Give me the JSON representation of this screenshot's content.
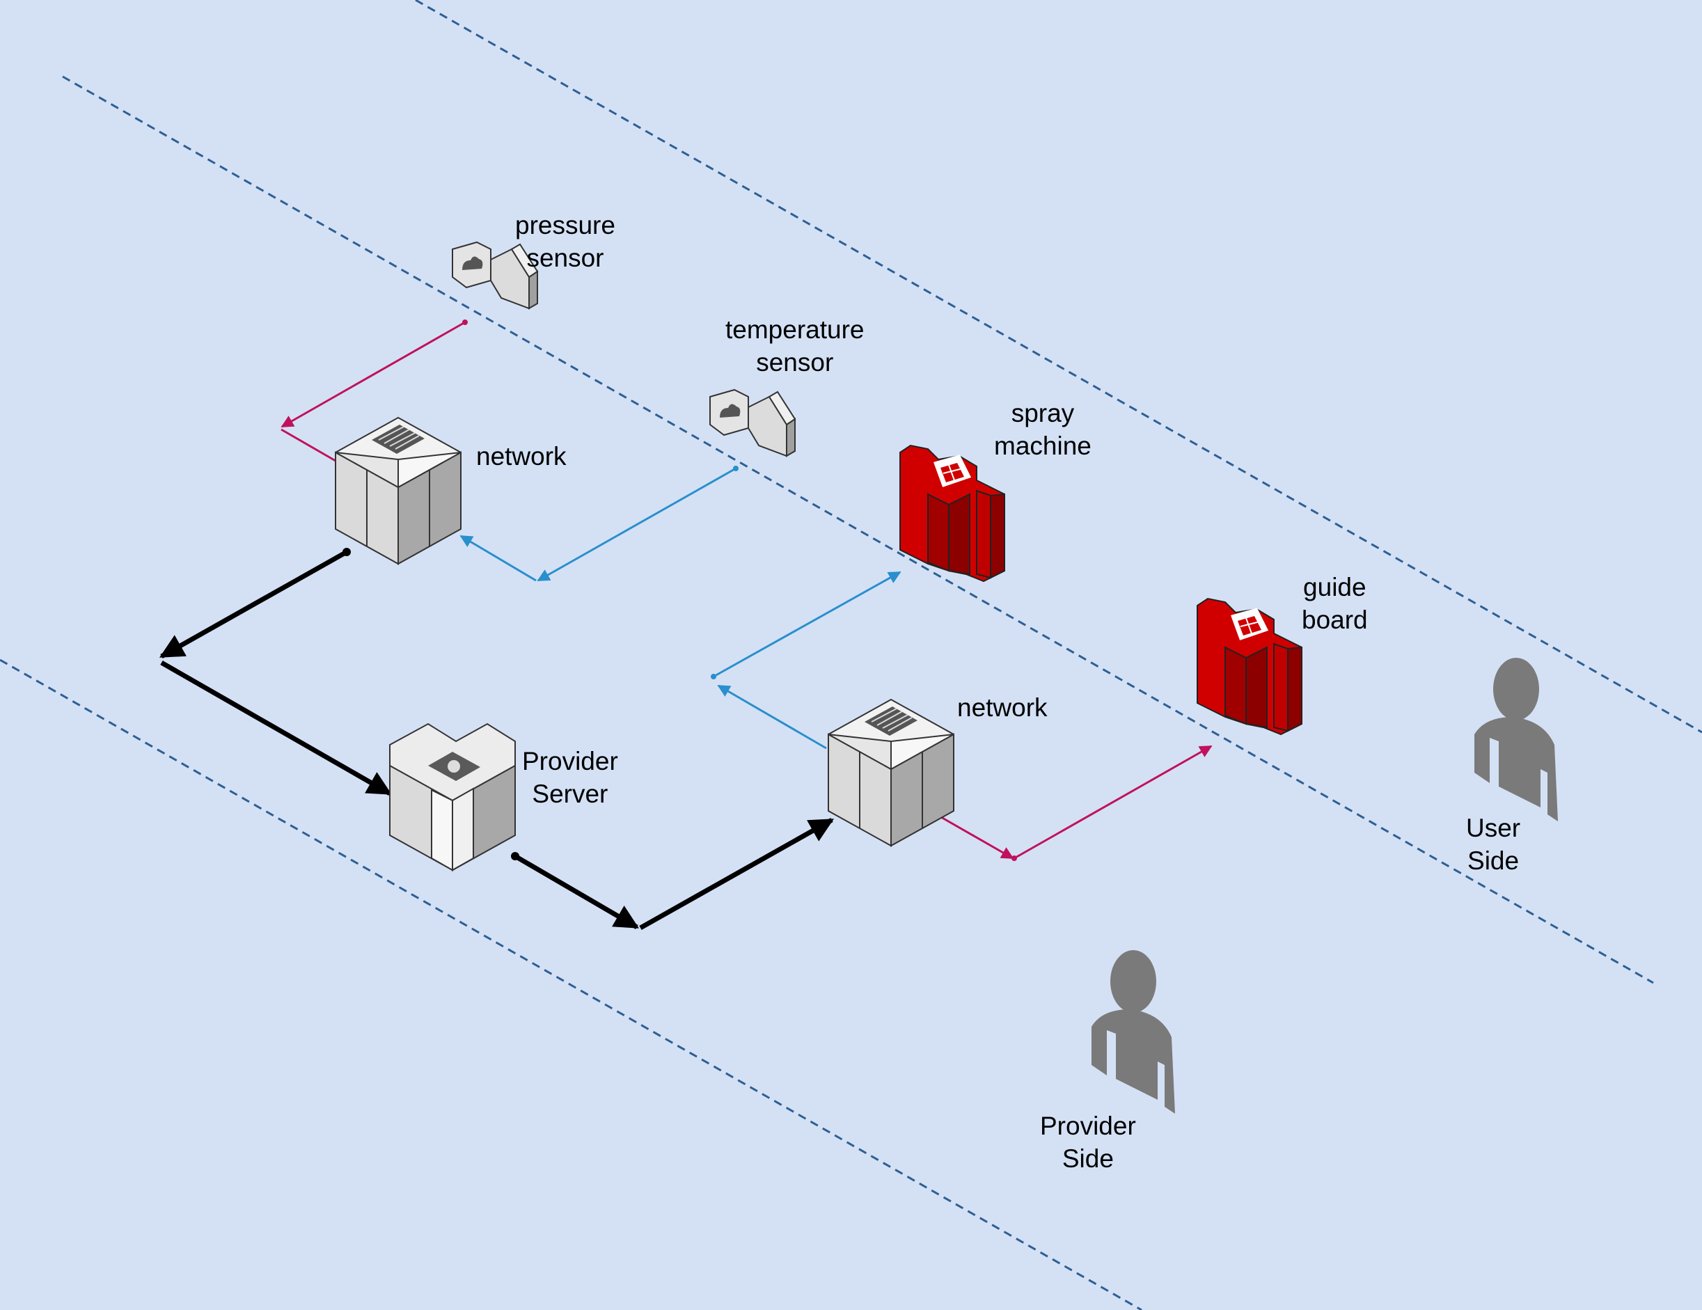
{
  "colors": {
    "background": "#d4e1f5",
    "boundary": "#2e5f93",
    "black_flow": "#000000",
    "blue_flow": "#2a8fcc",
    "magenta_flow": "#c0125c",
    "server_light": "#f0f0f0",
    "server_mid": "#dedede",
    "server_dark": "#a9a9a9",
    "device_red": "#d10000",
    "device_red_dark": "#8c0000",
    "person_gray": "#7a7a7a"
  },
  "nodes": {
    "pressure_sensor": {
      "line1": "pressure",
      "line2": "sensor",
      "icon": "sensor-icon"
    },
    "temperature_sensor": {
      "line1": "temperature",
      "line2": "sensor",
      "icon": "sensor-icon"
    },
    "network_top": {
      "label": "network",
      "icon": "network-server-icon"
    },
    "network_bottom": {
      "label": "network",
      "icon": "network-server-icon"
    },
    "provider_server": {
      "line1": "Provider",
      "line2": "Server",
      "icon": "provider-server-icon"
    },
    "spray_machine": {
      "line1": "spray",
      "line2": "machine",
      "icon": "red-device-icon"
    },
    "guide_board": {
      "line1": "guide",
      "line2": "board",
      "icon": "red-device-icon"
    },
    "user_side": {
      "line1": "User",
      "line2": "Side",
      "icon": "person-icon"
    },
    "provider_side": {
      "line1": "Provider",
      "line2": "Side",
      "icon": "person-icon"
    }
  }
}
